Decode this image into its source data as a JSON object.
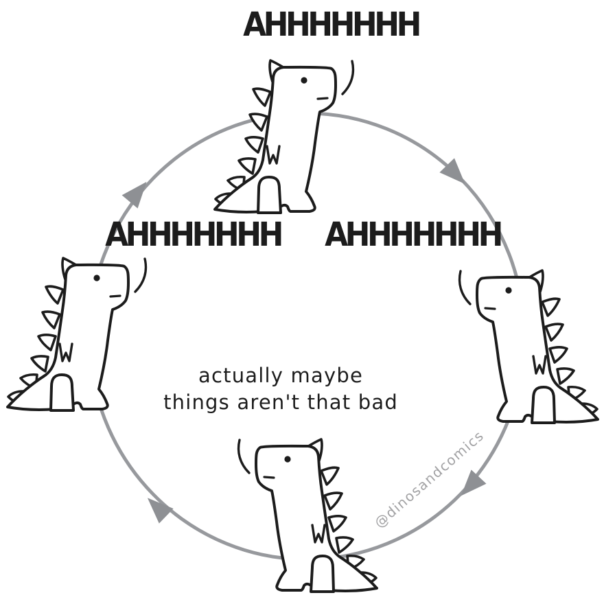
{
  "comic": {
    "panic_cycle": {
      "top_scream": "AHHHHHHH",
      "left_scream": "AHHHHHHH",
      "right_scream": "AHHHHHHH",
      "calm_thought_line1": "actually maybe",
      "calm_thought_line2": "things aren't that bad",
      "direction": "clockwise",
      "arrow_count": 4
    },
    "watermark": "@dinosandcomics",
    "colors": {
      "background": "#ffffff",
      "ink": "#1c1c1c",
      "circle_gray": "#97999d",
      "arrow_gray": "#8e9094",
      "watermark_gray": "#a2a2a4"
    }
  }
}
